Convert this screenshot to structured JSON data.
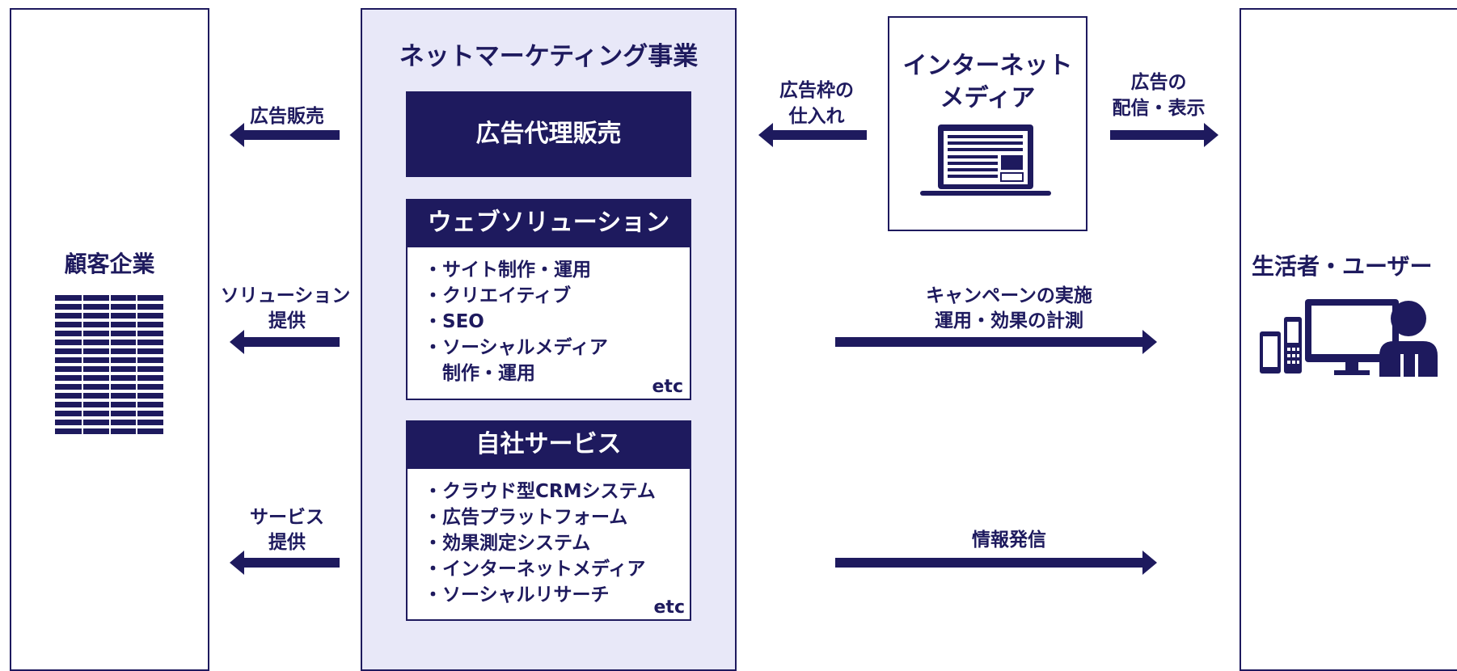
{
  "customer": {
    "label": "顧客企業",
    "icon": "building-icon"
  },
  "center": {
    "title": "ネットマーケティング事業",
    "agency": "広告代理販売",
    "web": {
      "title": "ウェブソリューション",
      "items": [
        "・サイト制作・運用",
        "・クリエイティブ",
        "・SEO",
        "・ソーシャルメディア",
        "　制作・運用"
      ],
      "etc": "etc"
    },
    "own": {
      "title": "自社サービス",
      "items": [
        "・クラウド型CRMシステム",
        "・広告プラットフォーム",
        "・効果測定システム",
        "・インターネットメディア",
        "・ソーシャルリサーチ"
      ],
      "etc": "etc"
    }
  },
  "left_arrows": {
    "ad_sales": "広告販売",
    "solution_1": "ソリューション",
    "solution_2": "提供",
    "service_1": "サービス",
    "service_2": "提供"
  },
  "media": {
    "line1": "インターネット",
    "line2": "メディア",
    "icon": "laptop-icon"
  },
  "media_arrow": {
    "line1": "広告枠の",
    "line2": "仕入れ"
  },
  "delivery_arrow": {
    "line1": "広告の",
    "line2": "配信・表示"
  },
  "campaign_arrow": {
    "line1": "キャンペーンの実施",
    "line2": "運用・効果の計測"
  },
  "info_arrow": {
    "label": "情報発信"
  },
  "consumer": {
    "label": "生活者・ユーザー",
    "icon": "devices-user-icon"
  },
  "colors": {
    "primary": "#1e1a5e",
    "panel_bg": "#e8e8f8"
  }
}
